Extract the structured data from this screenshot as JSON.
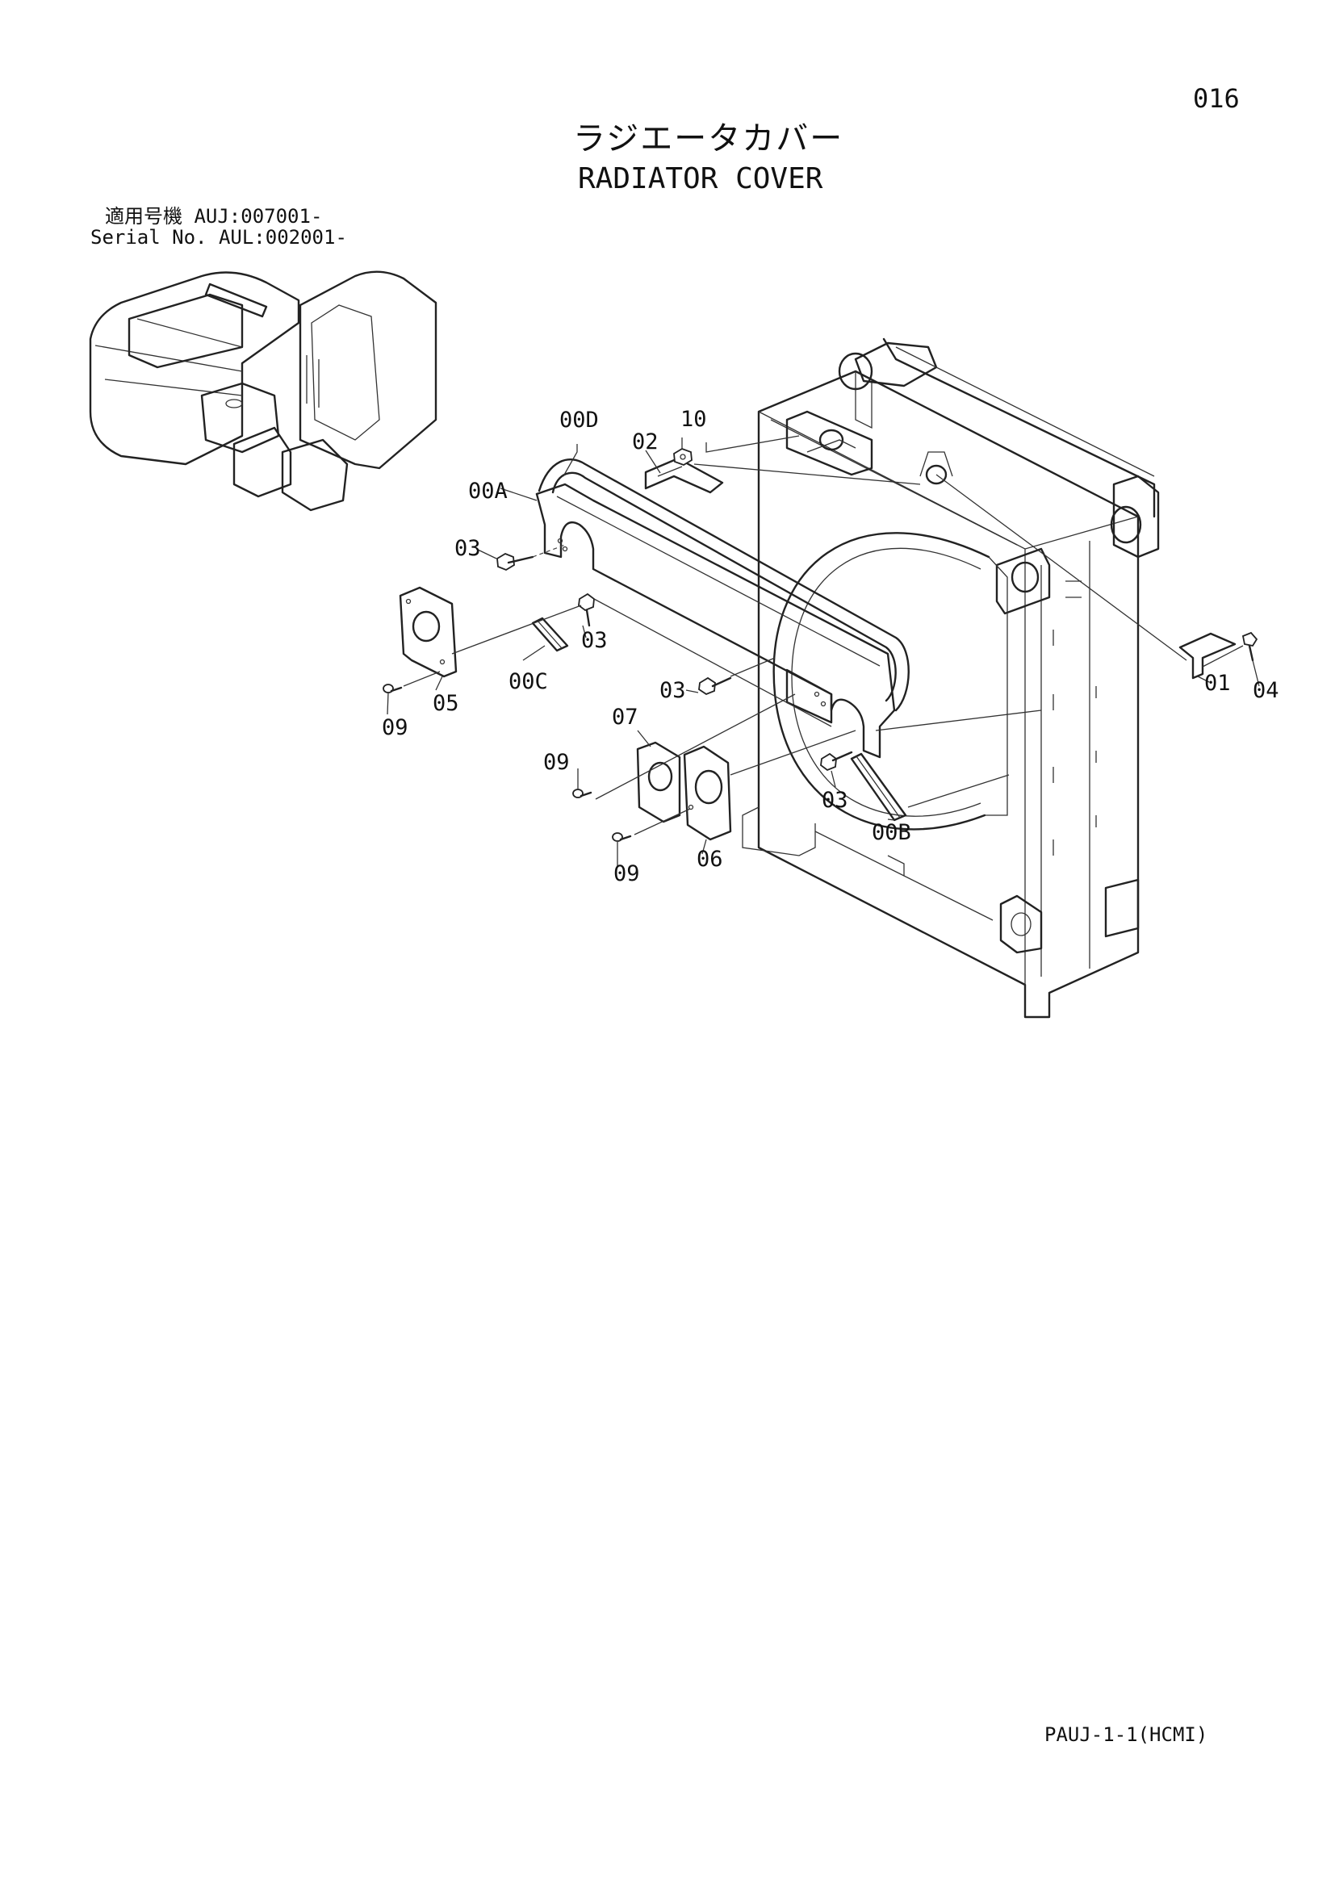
{
  "page_number": "016",
  "title_jp": "ラジエータカバー",
  "title_en": "RADIATOR COVER",
  "serial": {
    "line1_label": "適用号機",
    "line1_value": "AUJ:007001-",
    "line2_label": "Serial No.",
    "line2_value": "AUL:002001-"
  },
  "callouts": {
    "c00D": "00D",
    "c02": "02",
    "c10": "10",
    "c00A": "00A",
    "c03a": "03",
    "c03b": "03",
    "c03c": "03",
    "c03d": "03",
    "c00C": "00C",
    "c05": "05",
    "c09a": "09",
    "c09b": "09",
    "c09c": "09",
    "c07": "07",
    "c06": "06",
    "c00B": "00B",
    "c01": "01",
    "c04": "04"
  },
  "footer": "PAUJ-1-1(HCMI)"
}
